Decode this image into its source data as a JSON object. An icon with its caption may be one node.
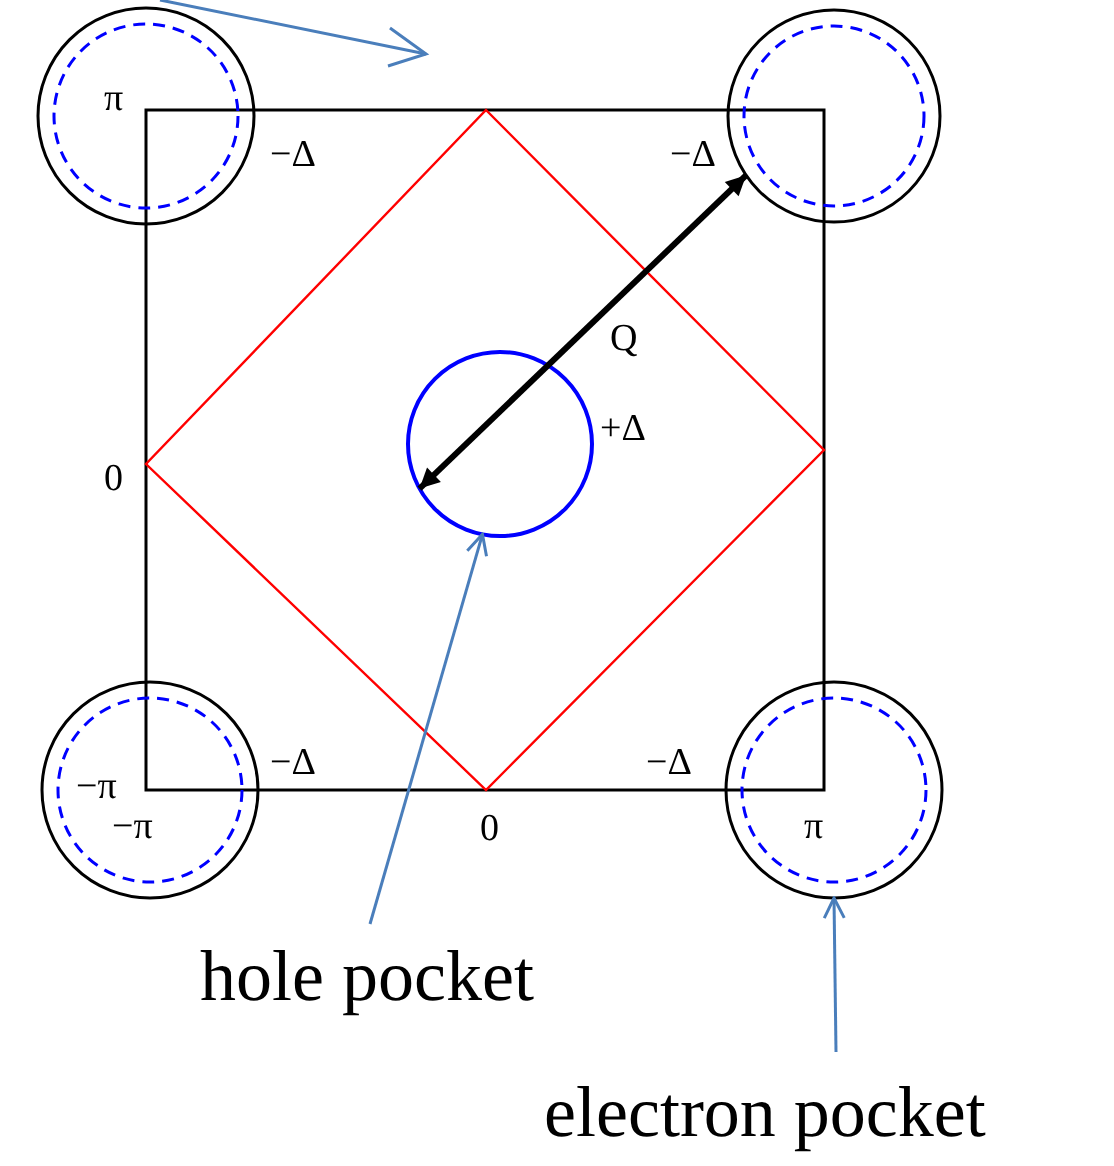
{
  "diagram": {
    "nodes": [
      {
        "text": [],
        "shape": "circle",
        "beside": [
          "−Δ"
        ]
      },
      {
        "text": [],
        "shape": "circle",
        "beside": [
          "−Δ"
        ]
      },
      {
        "text": [],
        "shape": "circle",
        "beside": [
          "+Δ"
        ]
      },
      {
        "text": [],
        "shape": "circle",
        "beside": [
          "−Δ"
        ]
      },
      {
        "text": [],
        "shape": "circle",
        "beside": [
          "−Δ"
        ]
      },
      {
        "text": [
          "hole pocket"
        ]
      },
      {
        "text": [
          "electron pocket"
        ]
      }
    ],
    "edges": [
      {
        "from": 2,
        "to": 1,
        "arrow": "both",
        "label": "Q",
        "style": "thick",
        "color": "#000000"
      },
      {
        "from": 5,
        "to": 2,
        "arrow": "to"
      },
      {
        "from": 6,
        "to": 4,
        "arrow": "to"
      }
    ],
    "labels": [
      "π",
      "0",
      "−π",
      "−π",
      "0",
      "π"
    ]
  }
}
